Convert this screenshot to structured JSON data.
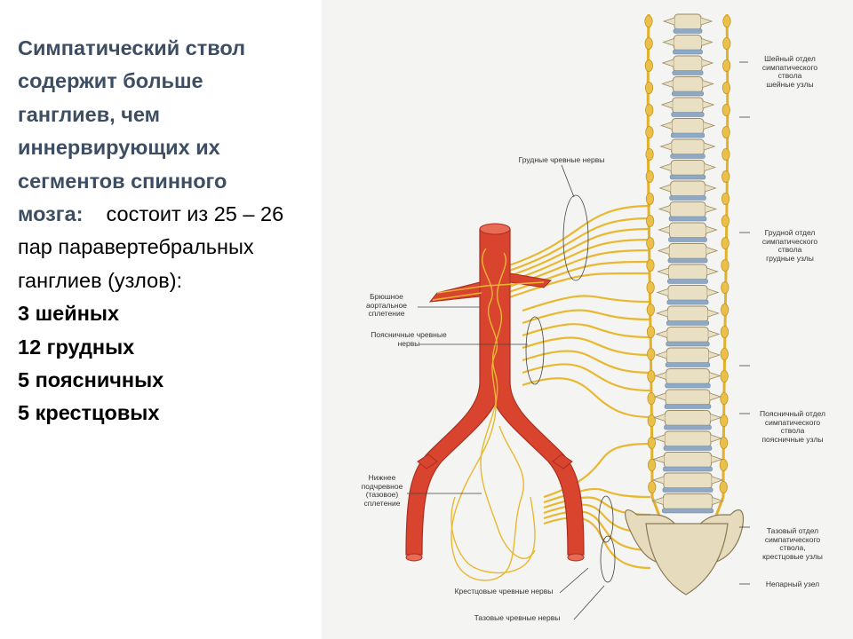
{
  "slide": {
    "title_lines": [
      "Симпатический ствол",
      "содержит больше",
      "ганглиев, чем",
      "иннервирующих их",
      "сегментов спинного",
      "мозга:"
    ],
    "body_first": "состоит из 25 – 26",
    "body_lines": [
      "пар паравертебральных",
      "ганглиев (узлов):"
    ],
    "counts": [
      "3 шейных",
      "12 грудных",
      "5 поясничных",
      "5 крестцовых"
    ]
  },
  "illustration": {
    "labels": {
      "cervical": [
        "Шейный отдел",
        "симпатического",
        "ствола",
        "шейные узлы"
      ],
      "thoracic_nerves": "Грудные чревные нервы",
      "thoracic": [
        "Грудной отдел",
        "симпатического",
        "ствола",
        "грудные узлы"
      ],
      "aortic_plexus": [
        "Брюшное",
        "аортальное",
        "сплетение"
      ],
      "lumbar_nerves": [
        "Поясничные чревные",
        "нервы"
      ],
      "lumbar": [
        "Поясничный отдел",
        "симпатического",
        "ствола",
        "поясничные узлы"
      ],
      "hypogastric": [
        "Нижнее",
        "подчревное",
        "(тазовое)",
        "сплетение"
      ],
      "sacral": [
        "Тазовый отдел",
        "симпатического",
        "ствола,",
        "крестцовые узлы"
      ],
      "impar": "Непарный узел",
      "sacral_nerves": "Крестцовые чревные нервы",
      "pelvic_nerves": "Тазовые чревные нервы"
    },
    "colors": {
      "artery": "#d9442f",
      "nerve": "#e8b830",
      "bone": "#e9dfc2",
      "disc": "#8fa9c4"
    }
  }
}
